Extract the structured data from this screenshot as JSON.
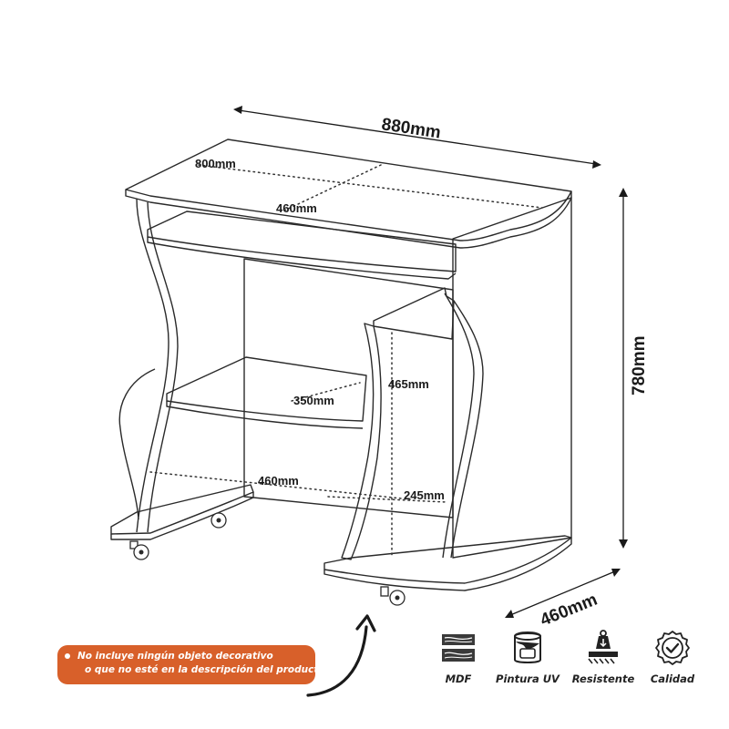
{
  "dimensions": {
    "total_width": "880mm",
    "height": "780mm",
    "depth": "460mm",
    "top_inner_width": "800mm",
    "top_depth": "460mm",
    "shelf_width": "350mm",
    "cabinet_height": "465mm",
    "base_depth": "460mm",
    "cabinet_width": "245mm"
  },
  "notice": {
    "line1": "No incluye ningún objeto decorativo",
    "line2": "o que no esté en la descripción del producto.",
    "color": "#d8602a"
  },
  "features": [
    {
      "icon": "mdf-board-icon",
      "label": "MDF"
    },
    {
      "icon": "paint-can-icon",
      "label": "Pintura UV"
    },
    {
      "icon": "weight-resistance-icon",
      "label": "Resistente"
    },
    {
      "icon": "quality-seal-icon",
      "label": "Calidad"
    }
  ]
}
